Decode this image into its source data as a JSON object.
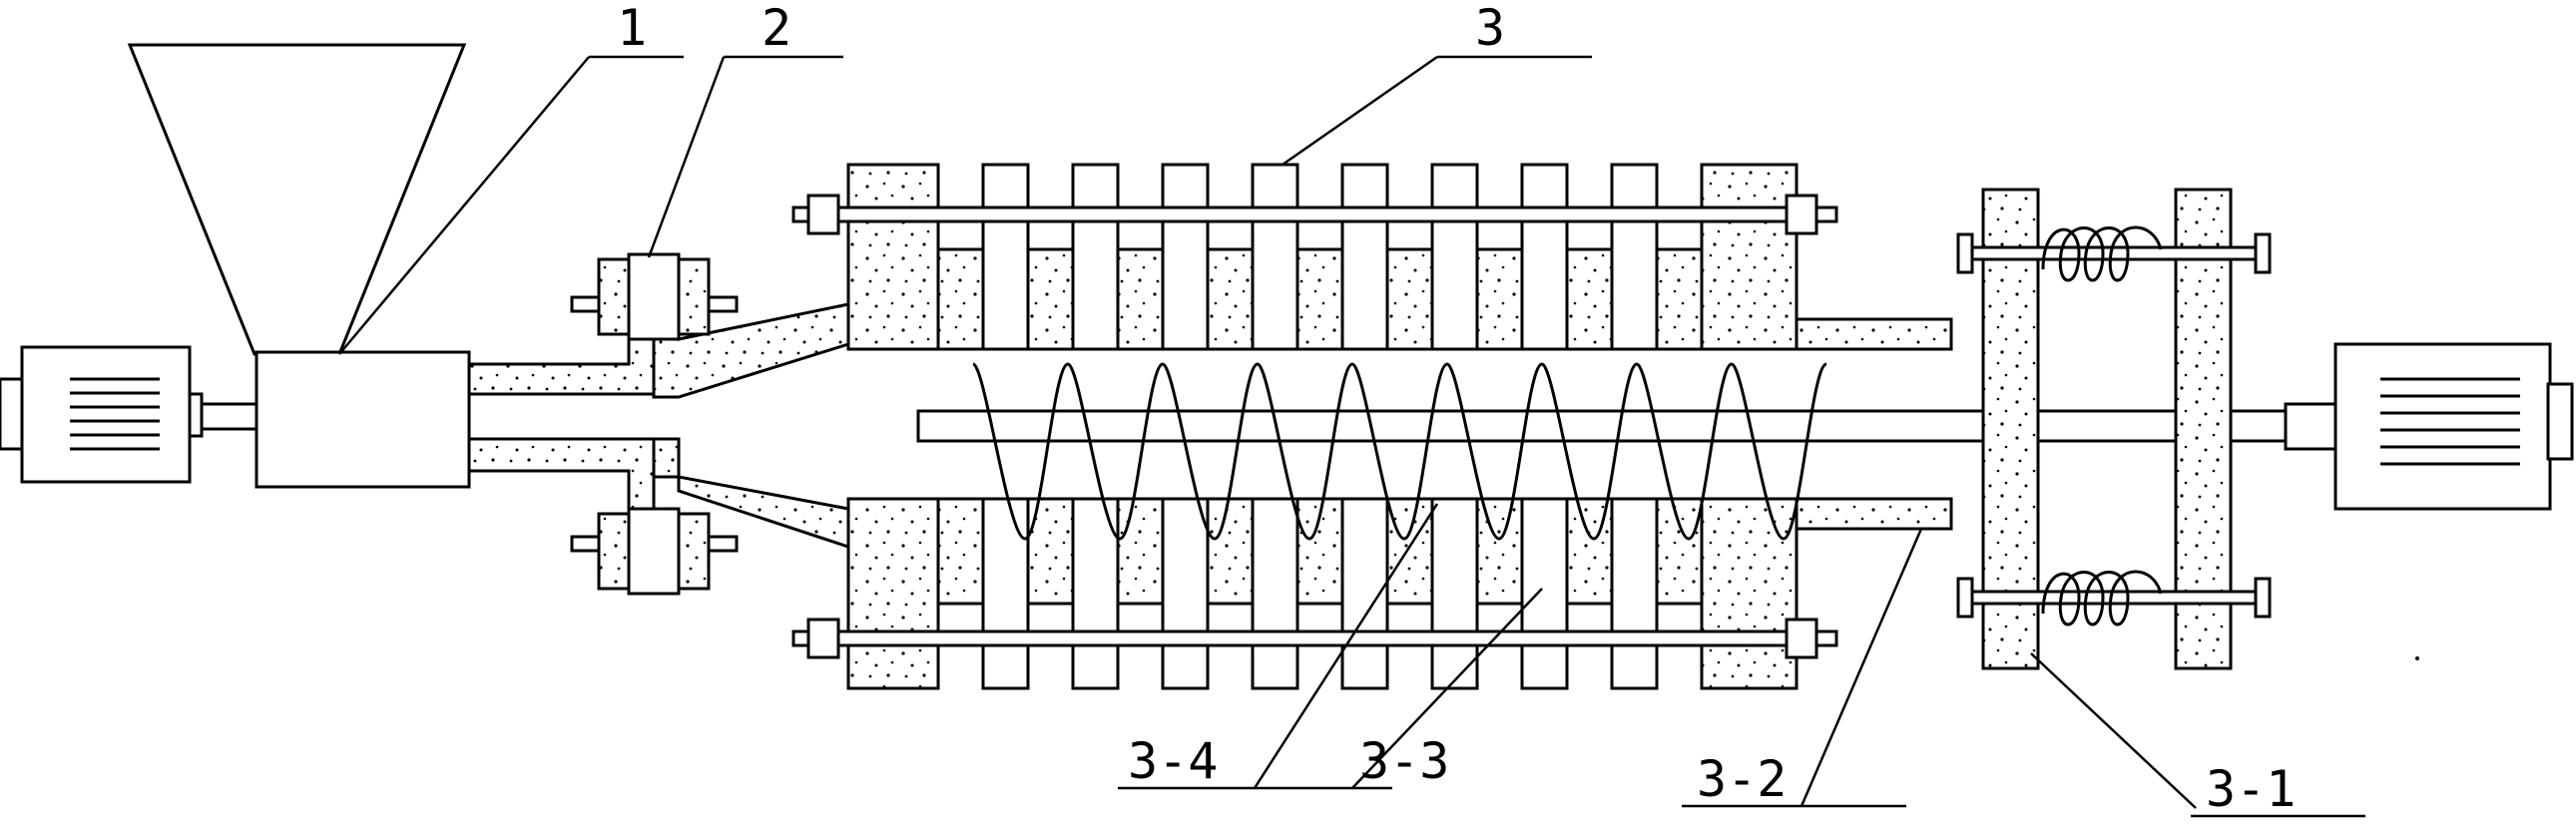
{
  "labels": {
    "l1": "1",
    "l2": "2",
    "l3": "3",
    "l3_1": "3-1",
    "l3_2": "3-2",
    "l3_3": "3-3",
    "l3_4": "3-4"
  },
  "colors": {
    "line": "#000000",
    "background": "#ffffff"
  }
}
